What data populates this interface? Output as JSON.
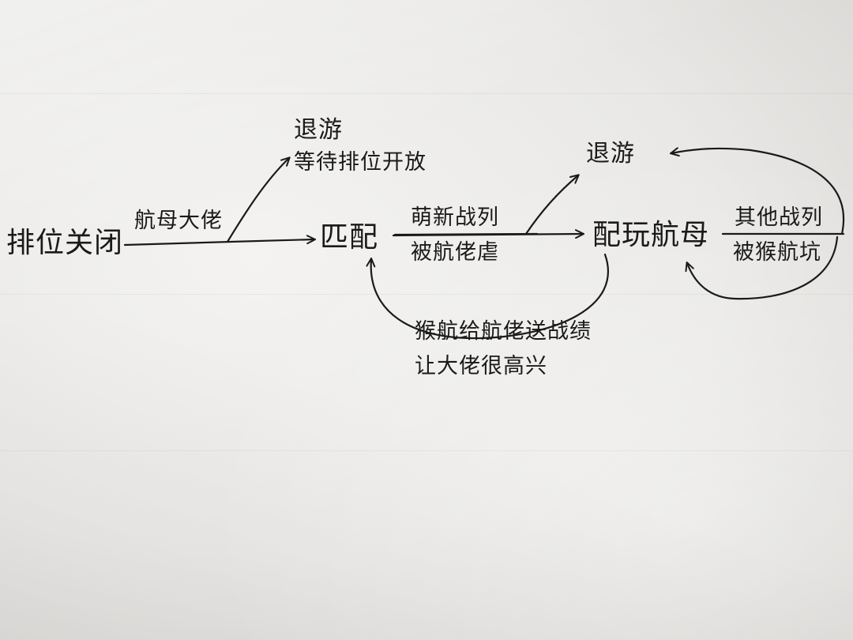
{
  "nodes": {
    "rank_closed": "排位关闭",
    "match": "匹配",
    "play_carrier": "配玩航母",
    "quit_top": "退游",
    "quit_right": "退游",
    "wait_rank": "等待排位开放"
  },
  "edges": {
    "carrier_boss": "航母大佬",
    "newbie_line": "萌新战列",
    "abused_line": "被航佬虐",
    "monkey_line1": "猴航给航佬送战绩",
    "monkey_line2": "让大佬很高兴",
    "other_bb": "其他战列",
    "abused_monkey": "被猴航坑"
  },
  "colors": {
    "ink": "#1a1a1a",
    "paper": "#eceae7"
  }
}
